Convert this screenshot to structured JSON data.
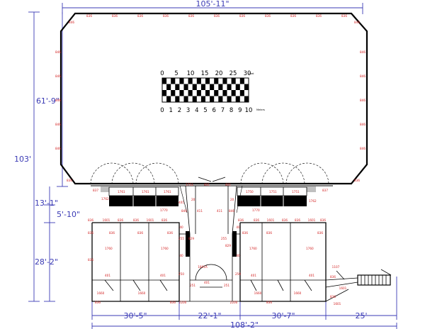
{
  "dimensions": {
    "top_width": "105'-11\"",
    "total_height": "103'",
    "upper_height": "61'-9\"",
    "corridor_height": "13'-1\"",
    "gap_height": "5'-10\"",
    "lower_height": "28'-2\"",
    "bottom_left": "30'-5\"",
    "bottom_mid": "22'-1\"",
    "bottom_right": "30'-7\"",
    "bottom_ramp": "25'",
    "bottom_total": "108'-2\""
  },
  "scale_bar": {
    "feet_ticks": [
      "0",
      "5",
      "10",
      "15",
      "20",
      "25",
      "30"
    ],
    "feet_unit": "Feet",
    "meter_ticks": [
      "0",
      "1",
      "2",
      "3",
      "4",
      "5",
      "6",
      "7",
      "8",
      "9",
      "10"
    ],
    "meter_unit": "Meters"
  },
  "codes": {
    "hall_top": [
      "836",
      "836",
      "836",
      "836",
      "836",
      "836",
      "836",
      "836",
      "836",
      "836",
      "836"
    ],
    "hall_corner_left": "846",
    "hall_corner_right": "846",
    "hall_left": [
      "846",
      "846",
      "846",
      "846",
      "846"
    ],
    "hall_right": [
      "846",
      "846",
      "846",
      "846",
      "846"
    ],
    "hall_bottom_left": "836",
    "hall_bottom_right": "836",
    "hall_bottom_mid": [
      "837",
      "837"
    ],
    "upper_rooms_left": [
      "1761",
      "1761",
      "1761"
    ],
    "upper_rooms_right": [
      "1750",
      "1751",
      "1751"
    ],
    "upper_misc": [
      "1762",
      "1762",
      "1770",
      "1770",
      "1753",
      "401",
      "401",
      "401",
      "846",
      "846",
      "20",
      "20",
      "411",
      "411"
    ],
    "lower_row_top": [
      "836",
      "1601",
      "836",
      "836",
      "1601",
      "836",
      "836",
      "836",
      "1601",
      "836",
      "836",
      "1601",
      "836"
    ],
    "lower_rooms_left": [
      "1760",
      "1760"
    ],
    "lower_rooms_right": [
      "1760",
      "1760"
    ],
    "lower_misc": [
      "836",
      "836",
      "836",
      "836",
      "836",
      "836",
      "836",
      "836",
      "401",
      "401",
      "401",
      "401",
      "1660",
      "1660",
      "1660",
      "1660",
      "40",
      "40",
      "40",
      "40",
      "255",
      "255",
      "829",
      "829",
      "250",
      "250",
      "1801A",
      "251",
      "251",
      "2200",
      "2200",
      "401",
      "1107",
      "836",
      "1601",
      "836",
      "1601",
      "836",
      "836",
      "836"
    ]
  }
}
